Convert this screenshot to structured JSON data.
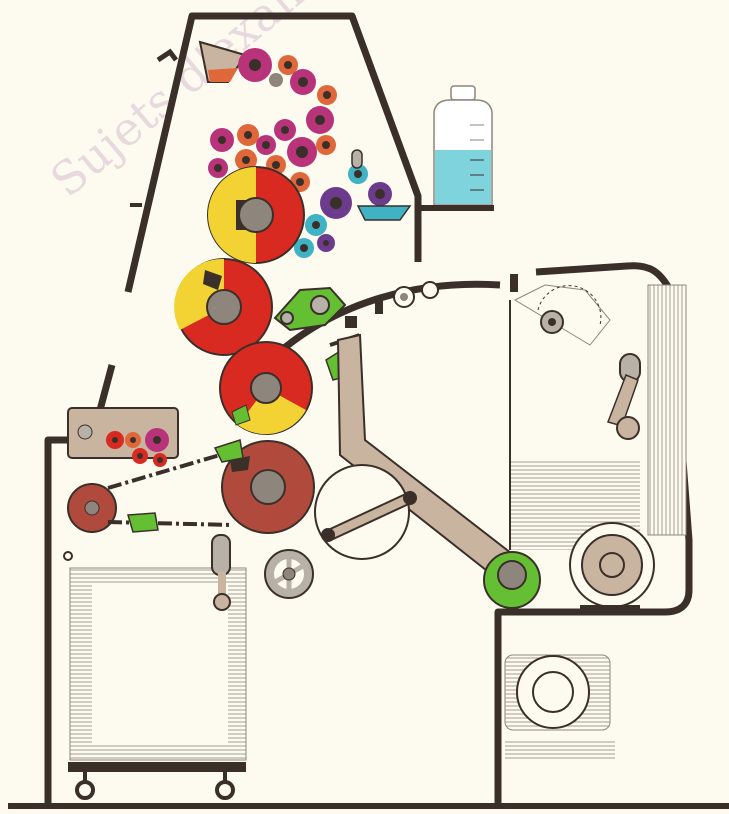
{
  "watermark": "Sujets d'examens",
  "colors": {
    "background": "#fdfbf0",
    "frame": "#3b2f2a",
    "magenta": "#b8337a",
    "red": "#d92a22",
    "orange": "#e0673a",
    "yellow": "#f3d233",
    "green": "#64c032",
    "teal": "#3fb3c4",
    "purple": "#6c3b8c",
    "tan": "#c9b4a0",
    "brown_red": "#b04a3c",
    "grey": "#b7b1a8",
    "water": "#7fd3dd"
  },
  "components": [
    {
      "name": "ink-fountain",
      "icon": "ink-fountain-icon"
    },
    {
      "name": "inking-rollers",
      "icon": "roller-group-icon"
    },
    {
      "name": "dampening-rollers",
      "icon": "dampening-roller-icon"
    },
    {
      "name": "water-bottle",
      "icon": "bottle-icon"
    },
    {
      "name": "plate-cylinder",
      "icon": "cylinder-icon"
    },
    {
      "name": "blanket-cylinder",
      "icon": "cylinder-icon"
    },
    {
      "name": "impression-cylinder",
      "icon": "cylinder-icon"
    },
    {
      "name": "delivery-cylinder",
      "icon": "cylinder-icon"
    },
    {
      "name": "sheet-feeder",
      "icon": "feeder-icon"
    },
    {
      "name": "feed-table",
      "icon": "conveyor-icon"
    },
    {
      "name": "delivery-pile",
      "icon": "paper-stack-icon"
    },
    {
      "name": "handwheel",
      "icon": "handwheel-icon"
    },
    {
      "name": "swing-arm",
      "icon": "arm-icon"
    },
    {
      "name": "electric-motor",
      "icon": "motor-icon"
    }
  ]
}
